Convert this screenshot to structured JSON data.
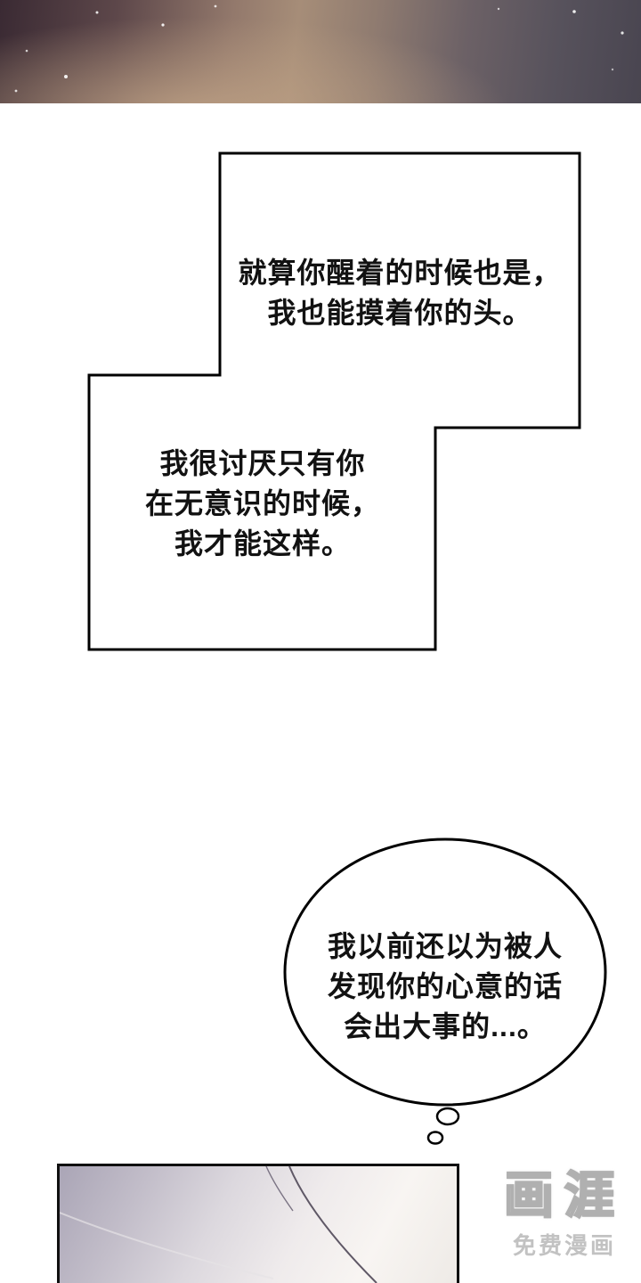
{
  "bubbles": {
    "top": {
      "lines": [
        "就算你醒着的时候也是，",
        "我也能摸着你的头。"
      ]
    },
    "left": {
      "lines": [
        "我很讨厌只有你",
        "在无意识的时候，",
        "我才能这样。"
      ]
    },
    "thought": {
      "lines": [
        "我以前还以为被人",
        "发现你的心意的话",
        "会出大事的...。"
      ]
    }
  },
  "watermark": {
    "logo": "画涯",
    "tagline": "免费漫画"
  },
  "colors": {
    "ink": "#000000",
    "text": "#121212",
    "bubble_fill": "#ffffff",
    "watermark_gray": "#bdbdbd",
    "page_background": "#ffffff"
  }
}
